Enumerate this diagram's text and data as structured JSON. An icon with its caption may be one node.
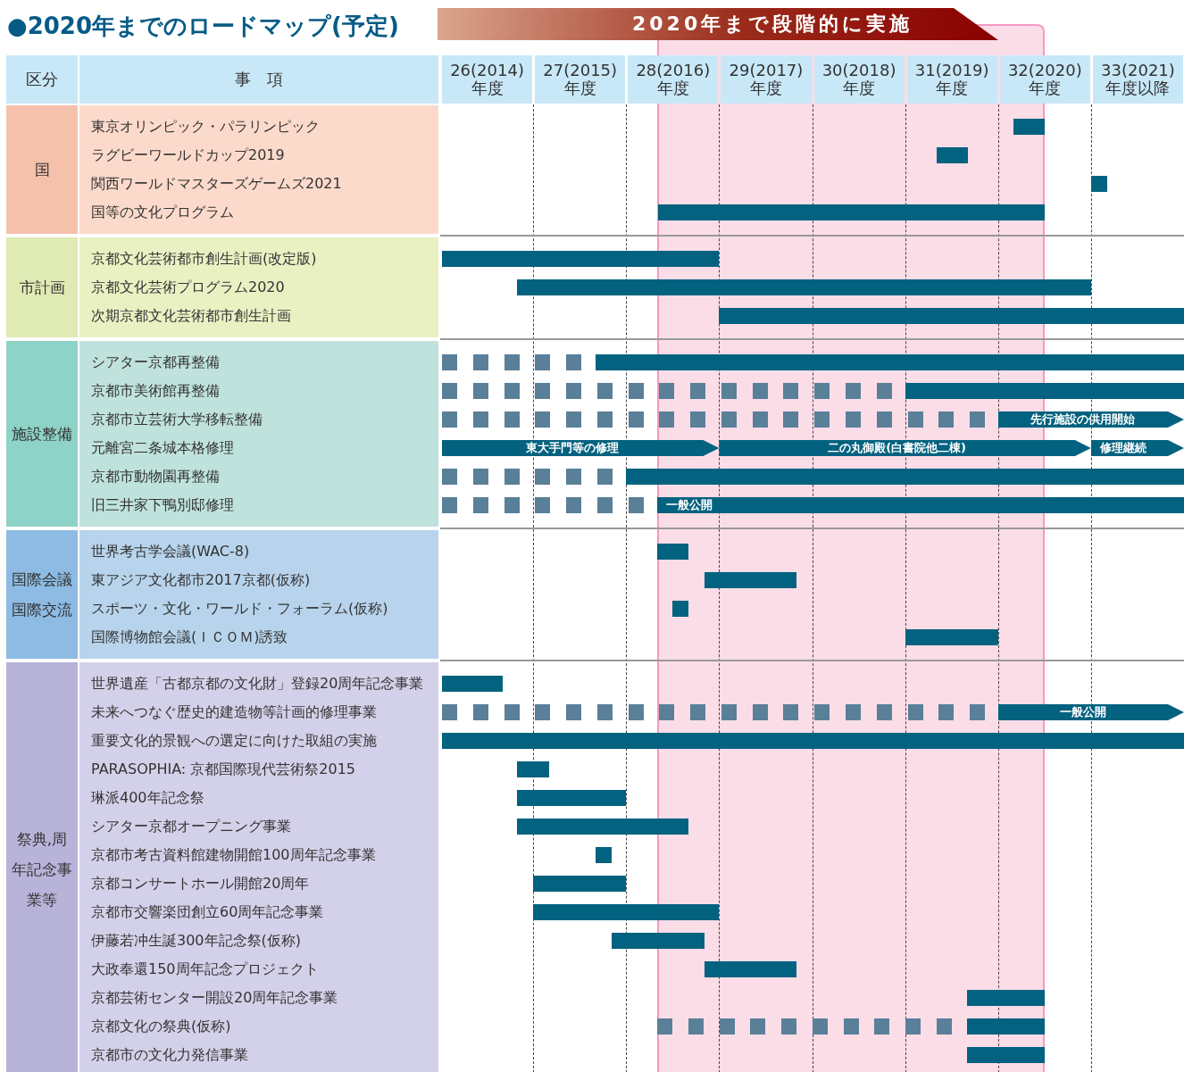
{
  "diagram": {
    "title": "●2020年までのロードマップ(予定)",
    "labels": [
      "2020年まで段階的に実施",
      "区分",
      "事　項",
      "26(2014) 年度",
      "27(2015) 年度",
      "28(2016) 年度",
      "29(2017) 年度",
      "30(2018) 年度",
      "31(2019) 年度",
      "32(2020) 年度",
      "33(2021) 年度以降",
      "国",
      "東京オリンピック・パラリンピック",
      "ラグビーワールドカップ2019",
      "関西ワールドマスターズゲームズ2021",
      "国等の文化プログラム",
      "市計画",
      "京都文化芸術都市創生計画(改定版)",
      "京都文化芸術プログラム2020",
      "次期京都文化芸術都市創生計画",
      "施設整備",
      "シアター京都再整備",
      "京都市美術館再整備",
      "京都市立芸術大学移転整備",
      "先行施設の供用開始",
      "元離宮二条城本格修理",
      "東大手門等の修理",
      "二の丸御殿(白書院他二棟)",
      "修理継続",
      "京都市動物園再整備",
      "旧三井家下鴨別邸修理",
      "一般公開",
      "国際会議国際交流",
      "世界考古学会議(WAC-8)",
      "東アジア文化都市2017京都(仮称)",
      "スポーツ・文化・ワールド・フォーラム(仮称)",
      "国際博物館会議(ＩＣＯＭ)誘致",
      "祭典,周年記念事業等",
      "世界遺産「古都京都の文化財」登録20周年記念事業",
      "未来へつなぐ歴史的建造物等計画的修理事業",
      "一般公開",
      "重要文化的景観への選定に向けた取組の実施",
      "PARASOPHIA: 京都国際現代芸術祭2015",
      "琳派400年記念祭",
      "シアター京都オープニング事業",
      "京都市考古資料館建物開館100周年記念事業",
      "京都コンサートホール開館20周年",
      "京都市交響楽団創立60周年記念事業",
      "伊藤若冲生誕300年記念祭(仮称)",
      "大政奉還150周年記念プロジェクト",
      "京都芸術センター開設20周年記念事業",
      "京都文化の祭典(仮称)",
      "京都市の文化力発信事業"
    ]
  }
}
